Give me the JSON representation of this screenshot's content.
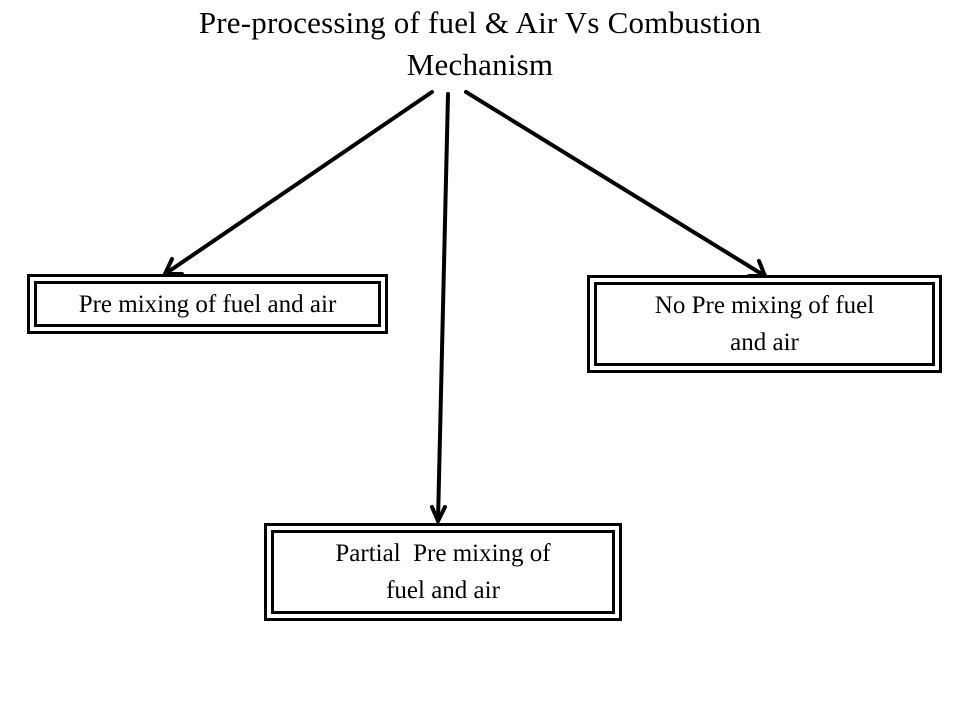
{
  "title": {
    "line1": "Pre-processing of fuel & Air Vs Combustion",
    "line2": "Mechanism"
  },
  "nodes": {
    "premixed": {
      "line1": "Pre mixing of fuel and air"
    },
    "non_premixed": {
      "line1": "No Pre mixing of fuel",
      "line2": "and air"
    },
    "partially_premixed": {
      "line1": "Partial  Pre mixing of",
      "line2": "fuel and air"
    }
  },
  "colors": {
    "stroke": "#000000",
    "background": "#ffffff"
  }
}
